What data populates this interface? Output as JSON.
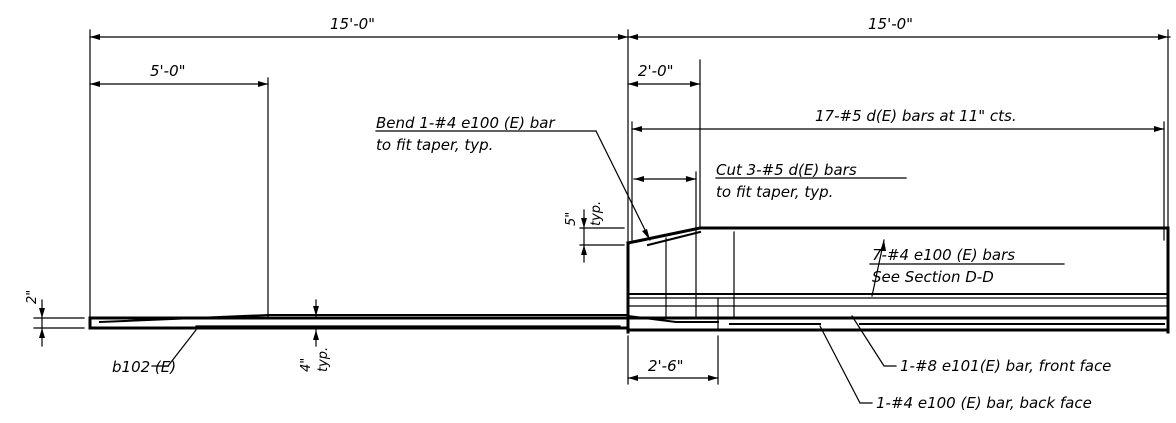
{
  "dimensions": {
    "top_left_span": "15'-0\"",
    "top_right_span": "15'-0\"",
    "left_inner": "5'-0\"",
    "splice_start": "2'-0\"",
    "taper_end": "2'-6\"",
    "thickness_top": "2\"",
    "thickness_left_value": "4\"",
    "thickness_left_note": "typ.",
    "taper_height_value": "5\"",
    "taper_height_note": "typ."
  },
  "notes": {
    "bend_line1": "Bend 1-#4 e100 (E) bar",
    "bend_line2": "to fit taper, typ.",
    "bars_17": "17-#5 d(E) bars at 11\" cts.",
    "cut_line1": "Cut 3-#5 d(E) bars",
    "cut_line2": "to fit taper, typ.",
    "bars_7_line1": "7-#4 e100 (E) bars",
    "bars_7_line2": "See Section D-D",
    "b102": "b102 (E)",
    "front_face": "1-#8 e101(E) bar, front face",
    "back_face": "1-#4 e100 (E) bar, back face"
  }
}
